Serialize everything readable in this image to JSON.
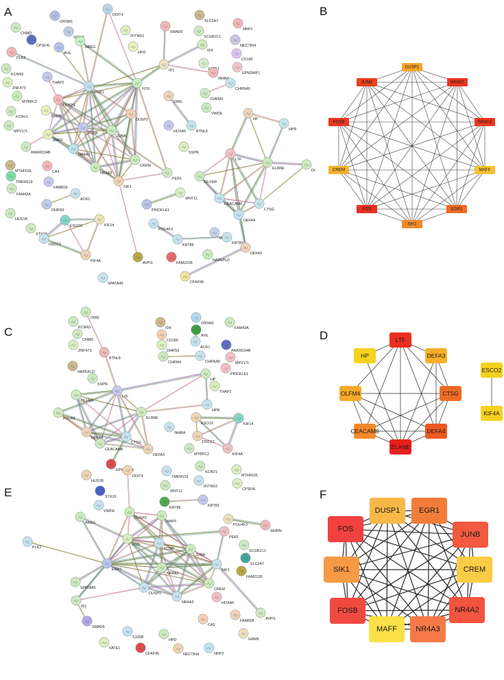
{
  "panels": {
    "A": {
      "letter": "A",
      "nodes": [
        [
          "DDIT4",
          "#b7d7ee"
        ],
        [
          "ORSM1",
          "#b5bde8"
        ],
        [
          "SLC2A7",
          "#cdb98b"
        ],
        [
          "NRP2",
          "#f2b7b7"
        ],
        [
          "CNMD",
          "#cfe8c1"
        ],
        [
          "GRM6",
          "#bfcde8"
        ],
        [
          "IFITM10",
          "#ddeec0"
        ],
        [
          "SMAD6",
          "#f2b7b7"
        ],
        [
          "SCGB1C1",
          "#cdeac0"
        ],
        [
          "NECTIN4",
          "#cfc4ea"
        ],
        [
          "CPSF4L",
          "#5f6cc4"
        ],
        [
          "AREG",
          "#c9eec6"
        ],
        [
          "HPD",
          "#edeec0"
        ],
        [
          "ID4",
          "#cdeac0"
        ],
        [
          "CD180",
          "#ddc4f2"
        ],
        [
          "PLK2",
          "#f2b7b7"
        ],
        [
          "AVIL",
          "#b8c4ea"
        ],
        [
          "ID1",
          "#ede3b8"
        ],
        [
          "FATE1",
          "#d6eec8"
        ],
        [
          "EPM2AIP1",
          "#f2c7c7"
        ],
        [
          "KCNN3",
          "#cdeac0"
        ],
        [
          "THAP2",
          "#c8c8ee"
        ],
        [
          "EGR1",
          "#bfe4ee"
        ],
        [
          "FOS",
          "#c9eec6"
        ],
        [
          "INHBA",
          "#f2b7b7"
        ],
        [
          "ZNF473",
          "#ddeec0"
        ],
        [
          "CHRNA5",
          "#c7e3ee"
        ],
        [
          "CHRM4",
          "#cdeac0"
        ],
        [
          "MYBPC2",
          "#cdeac0"
        ],
        [
          "DUSP1",
          "#f2b7b7"
        ],
        [
          "OMG",
          "#f0d3b5"
        ],
        [
          "VWDE",
          "#cdeac0"
        ],
        [
          "S100B",
          "#edeec0"
        ],
        [
          "DUSP2",
          "#f2d0b5"
        ],
        [
          "KCNV1",
          "#cdeac0"
        ],
        [
          "FOSB",
          "#c8c8ee"
        ],
        [
          "HOXA5",
          "#c8c8ee"
        ],
        [
          "HP",
          "#f0d3b5"
        ],
        [
          "HPR",
          "#c7e3ee"
        ],
        [
          "MPV17L",
          "#cdeac0"
        ],
        [
          "MAFF",
          "#edeec0"
        ],
        [
          "JUNB",
          "#cdeac0"
        ],
        [
          "BTNL8",
          "#c7e3ee"
        ],
        [
          "ANKRD34B",
          "#cdeac0"
        ],
        [
          "NR4A2",
          "#bfe4ee"
        ],
        [
          "SSPN",
          "#ddeec0"
        ],
        [
          "MTHFD2L",
          "#cdb98b"
        ],
        [
          "CA3",
          "#f2b7b7"
        ],
        [
          "CREM",
          "#cdeac0"
        ],
        [
          "NR4A3",
          "#cdeac0"
        ],
        [
          "LTF",
          "#f2c0c7"
        ],
        [
          "ELANE",
          "#cdeac0"
        ],
        [
          "DI",
          "#cdeac0"
        ],
        [
          "TMEM119",
          "#7fdca4"
        ],
        [
          "FAM81B",
          "#c8c8ee"
        ],
        [
          "SIK1",
          "#f0d3b5"
        ],
        [
          "PER1",
          "#cdeac0"
        ],
        [
          "OLFM4",
          "#cdeac0"
        ],
        [
          "FAM43A",
          "#cdeac0"
        ],
        [
          "AOX1",
          "#c7e3ee"
        ],
        [
          "PRICKLE1",
          "#b8c4ea"
        ],
        [
          "WNT11",
          "#ddeec0"
        ],
        [
          "CEACAM8",
          "#c7e3ee"
        ],
        [
          "CTSG",
          "#c7e3ee"
        ],
        [
          "DHRS9",
          "#bfcde8"
        ],
        [
          "HUS1B",
          "#cdeac0"
        ],
        [
          "DEFA4",
          "#c7e3ee"
        ],
        [
          "ESCO2",
          "#86d6c8"
        ],
        [
          "KIF14",
          "#ede3b8"
        ],
        [
          "STX19",
          "#cdeac0"
        ],
        [
          "WHRN",
          "#c8d0ee"
        ],
        [
          "DSCC1",
          "#c7e3ee"
        ],
        [
          "POU4F3",
          "#c7e3ee"
        ],
        [
          "KRT86",
          "#c7e3ee"
        ],
        [
          "KRT83",
          "#c7e3ee"
        ],
        [
          "KIF4A",
          "#f0d3b5"
        ],
        [
          "DEFA3",
          "#f0d3b5"
        ],
        [
          "FAM221B",
          "#e86a6a"
        ],
        [
          "NAPEPLD",
          "#cdeac0"
        ],
        [
          "AVPI1",
          "#bba645"
        ],
        [
          "CFAP45",
          "#f2e0a0"
        ],
        [
          "SPATA45",
          "#c7e3ee"
        ]
      ]
    },
    "B": {
      "letter": "B",
      "nodes": [
        [
          "DUSP1",
          "#f4a52a"
        ],
        [
          "NR4A2",
          "#e8381f"
        ],
        [
          "NR4A3",
          "#e8381f"
        ],
        [
          "MAFF",
          "#f6c12f"
        ],
        [
          "EGR1",
          "#ef6b25"
        ],
        [
          "SIK1",
          "#f28a2a"
        ],
        [
          "FOS",
          "#e8301f"
        ],
        [
          "CREM",
          "#f4b22c"
        ],
        [
          "FOSB",
          "#e8381f"
        ],
        [
          "JUNB",
          "#e9421f"
        ]
      ]
    },
    "C": {
      "letter": "C",
      "nodes": [
        [
          "OMG",
          "#cdeac0"
        ],
        [
          "ID4",
          "#cdb98b"
        ],
        [
          "ORSM1",
          "#b7d7ee"
        ],
        [
          "FAM43A",
          "#cdeac0"
        ],
        [
          "KCNN3",
          "#cdeac0"
        ],
        [
          "CD180",
          "#f2d0b5"
        ],
        [
          "AVIL",
          "#3e9e3e"
        ],
        [
          "ANKRD34B",
          "#5f6cc4"
        ],
        [
          "CNMD",
          "#cdeac0"
        ],
        [
          "DHRS9",
          "#ddeec0"
        ],
        [
          "AOX1",
          "#c7e3ee"
        ],
        [
          "MPV17L",
          "#f2c0c7"
        ],
        [
          "ZNF473",
          "#ddeec0"
        ],
        [
          "BTNL8",
          "#f2b7b7"
        ],
        [
          "CHRM4",
          "#cdeac0"
        ],
        [
          "CHRNA5",
          "#c7e3ee"
        ],
        [
          "PRICKLE1",
          "#f2c0c7"
        ],
        [
          "NAPEPLD",
          "#cdb98b"
        ],
        [
          "SSPN",
          "#cdeac0"
        ],
        [
          "HP",
          "#cdeac0"
        ],
        [
          "THAP2",
          "#ddeec0"
        ],
        [
          "LTF",
          "#c8c8ee"
        ],
        [
          "OLFM4",
          "#cdeac0"
        ],
        [
          "HPR",
          "#c7e3ee"
        ],
        [
          "FOLR3",
          "#cdeac0"
        ],
        [
          "ELANE",
          "#cdeac0"
        ],
        [
          "ESCO2",
          "#f0d3b5"
        ],
        [
          "KIF14",
          "#86d6c8"
        ],
        [
          "INHBA",
          "#c7e3ee"
        ],
        [
          "DEFA4",
          "#f0d3b5"
        ],
        [
          "CTSG",
          "#c7e3ee"
        ],
        [
          "CEACAM8",
          "#cdeac0"
        ],
        [
          "DSCC1",
          "#f0d3b5"
        ],
        [
          "DEFA3",
          "#f0d3b5"
        ],
        [
          "MYBPC2",
          "#cdeac0"
        ],
        [
          "KIF4A",
          "#f2c0c7"
        ],
        [
          "EPM2AIP1",
          "#e24a4a"
        ]
      ]
    },
    "D": {
      "letter": "D",
      "nodes": [
        [
          "LTF",
          "#e8301f"
        ],
        [
          "HP",
          "#f6d11e"
        ],
        [
          "DEFA3",
          "#f6b02a"
        ],
        [
          "OLFM4",
          "#f6a82a"
        ],
        [
          "CTSG",
          "#ef6b25"
        ],
        [
          "CEACAM8",
          "#f28a2a"
        ],
        [
          "DEFA4",
          "#ed5a22"
        ],
        [
          "ELANE",
          "#e8201f"
        ],
        [
          "ESCO2",
          "#f6d11e"
        ],
        [
          "KIF4A",
          "#f6d11e"
        ]
      ]
    },
    "E": {
      "letter": "E",
      "nodes": [
        [
          "HUS1B",
          "#f0d3b5"
        ],
        [
          "DDIT4",
          "#f0d3b5"
        ],
        [
          "TMEM119",
          "#c7e3ee"
        ],
        [
          "KCNV1",
          "#cdeac0"
        ],
        [
          "MTHFD2L",
          "#ddeec0"
        ],
        [
          "STX19",
          "#4a5fc4"
        ],
        [
          "WNT11",
          "#cdeac0"
        ],
        [
          "IFITM10",
          "#c7e3ee"
        ],
        [
          "CPSF4L",
          "#ddeec0"
        ],
        [
          "VWDE",
          "#c7e3ee"
        ],
        [
          "KRT86",
          "#4faa4f"
        ],
        [
          "KRT83",
          "#c8c8ee"
        ],
        [
          "AREG",
          "#cdeac0"
        ],
        [
          "DUSP2",
          "#cdeac0"
        ],
        [
          "MAFF",
          "#cdeac0"
        ],
        [
          "POU4F3",
          "#ede3b8"
        ],
        [
          "WHRN",
          "#f2b7b7"
        ],
        [
          "PER1",
          "#f2c0c7"
        ],
        [
          "PLK2",
          "#c7e3ee"
        ],
        [
          "FOS",
          "#ddeec0"
        ],
        [
          "FOSB",
          "#c7e3ee"
        ],
        [
          "SCGB1C1",
          "#cdeac0"
        ],
        [
          "JUNB",
          "#cdeac0"
        ],
        [
          "SLC2A7",
          "#3fa6a0"
        ],
        [
          "SIK1",
          "#c7e3ee"
        ],
        [
          "EGR1",
          "#b8c4ea"
        ],
        [
          "FAM221B",
          "#bba645"
        ],
        [
          "NR4A2",
          "#cdeac0"
        ],
        [
          "CREM",
          "#cdeac0"
        ],
        [
          "SPATA45",
          "#cdeac0"
        ],
        [
          "DUSP1",
          "#c7e3ee"
        ],
        [
          "HOXA5",
          "#f2c0c7"
        ],
        [
          "NR4A3",
          "#c7e3ee"
        ],
        [
          "ID1",
          "#cdeac0"
        ],
        [
          "AVPI1",
          "#cdeac0"
        ],
        [
          "FAM81B",
          "#f2d0b5"
        ],
        [
          "CA3",
          "#f2d0b5"
        ],
        [
          "SMAD6",
          "#b5a6ea"
        ],
        [
          "S100B",
          "#c7e3ee"
        ],
        [
          "HPD",
          "#cdeac0"
        ],
        [
          "GRM6",
          "#ede3b8"
        ],
        [
          "FATE1",
          "#ddeec0"
        ],
        [
          "CFAP45",
          "#e24a4a"
        ],
        [
          "NECTIN4",
          "#f0d3b5"
        ],
        [
          "NRP2",
          "#c7e3ee"
        ]
      ]
    },
    "F": {
      "letter": "F",
      "nodes": [
        [
          "DUSP1",
          "#f8b848"
        ],
        [
          "EGR1",
          "#f27c3a"
        ],
        [
          "FOS",
          "#f04040"
        ],
        [
          "JUNB",
          "#f25a40"
        ],
        [
          "SIK1",
          "#f69a45"
        ],
        [
          "CREM",
          "#fbcc45"
        ],
        [
          "FOSB",
          "#f04a40"
        ],
        [
          "NR4A2",
          "#f25440"
        ],
        [
          "MAFF",
          "#fbe048"
        ],
        [
          "NR4A3",
          "#f57a48"
        ]
      ]
    }
  }
}
